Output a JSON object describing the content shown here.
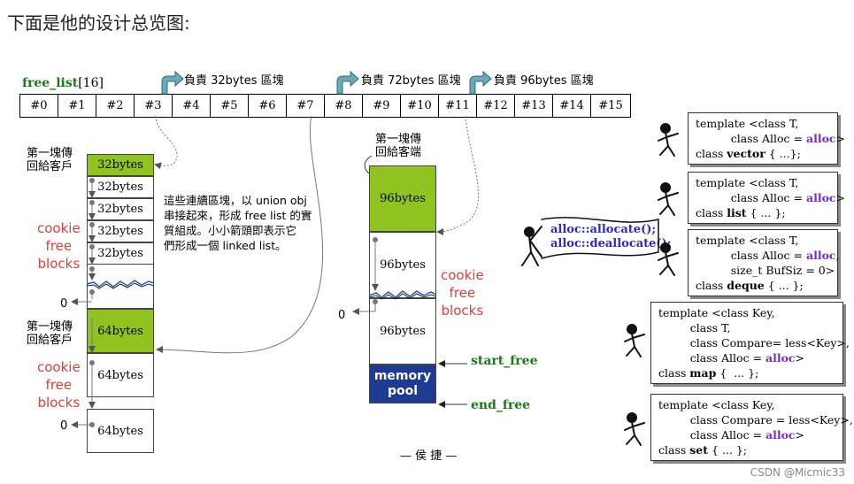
{
  "heading": "下面是他的设计总览图:",
  "free_list": {
    "name": "free_list",
    "size": "[16]",
    "cells": [
      "#0",
      "#1",
      "#2",
      "#3",
      "#4",
      "#5",
      "#6",
      "#7",
      "#8",
      "#9",
      "#10",
      "#11",
      "#12",
      "#13",
      "#14",
      "#15"
    ]
  },
  "callouts": [
    "負責 32bytes 區塊",
    "負責 72bytes 區塊",
    "負責 96bytes 區塊"
  ],
  "left_chain": {
    "first_block_label": "第一塊傳\n回給客戶",
    "blocks": [
      "32bytes",
      "32bytes",
      "32bytes",
      "32bytes",
      "32bytes"
    ],
    "explain": "這些連續區塊，以 union obj\n串接起來，形成 free list 的實\n質組成。小小箭頭即表示它\n們形成一個 linked list。",
    "cookie": "cookie\nfree\nblocks",
    "zero": "0",
    "second_first_label": "第一塊傳\n回給客戶",
    "blocks2": [
      "64bytes",
      "64bytes"
    ],
    "zero2": "0",
    "last_block": "64bytes"
  },
  "middle_chain": {
    "first_label": "第一塊傳\n回給客端",
    "blocks": [
      "96bytes",
      "96bytes",
      "96bytes"
    ],
    "cookie": "cookie\nfree\nblocks",
    "zero": "0",
    "memory_pool": "memory\npool",
    "start_free": "start_free",
    "end_free": "end_free"
  },
  "alloc_calls": [
    "alloc::allocate();",
    "alloc::deallocate();"
  ],
  "templates": {
    "vector": {
      "line1": "template <class T,",
      "line2": "class Alloc = ",
      "alloc": "alloc",
      "gt": ">",
      "cls": "class ",
      "kw": "vector",
      "end": " { ...};"
    },
    "list": {
      "line1": "template <class T,",
      "line2": "class Alloc = ",
      "alloc": "alloc",
      "gt": ">",
      "cls": "class ",
      "kw": "list",
      "end": " { ... };"
    },
    "deque": {
      "line1": "template <class T,",
      "line2": "class Alloc = ",
      "alloc": "alloc",
      "line2b": ",",
      "line3": "size_t BufSiz = 0>",
      "cls": "class ",
      "kw": "deque",
      "end": " { ... };"
    },
    "map": {
      "line1": "template <class Key,",
      "line2": "class T,",
      "line3": "class Compare= less<Key>,",
      "line4": "class Alloc = ",
      "alloc": "alloc",
      "gt": ">",
      "cls": "class ",
      "kw": "map",
      "end": " {  ... };"
    },
    "set": {
      "line1": "template <class Key,",
      "line2": "class Compare = less<Key>,",
      "line3": "class Alloc = ",
      "alloc": "alloc",
      "gt": ">",
      "cls": "class ",
      "kw": "set",
      "end": " { ... };"
    }
  },
  "footer": "— 侯 捷 —",
  "watermark": "CSDN @Micmic33",
  "colors": {
    "green": "#8fc31f",
    "navy": "#1f3a93",
    "cookie_red": "#e0403a",
    "alloc_purple": "#7a2bd0",
    "label_green": "#1a7a1a"
  }
}
